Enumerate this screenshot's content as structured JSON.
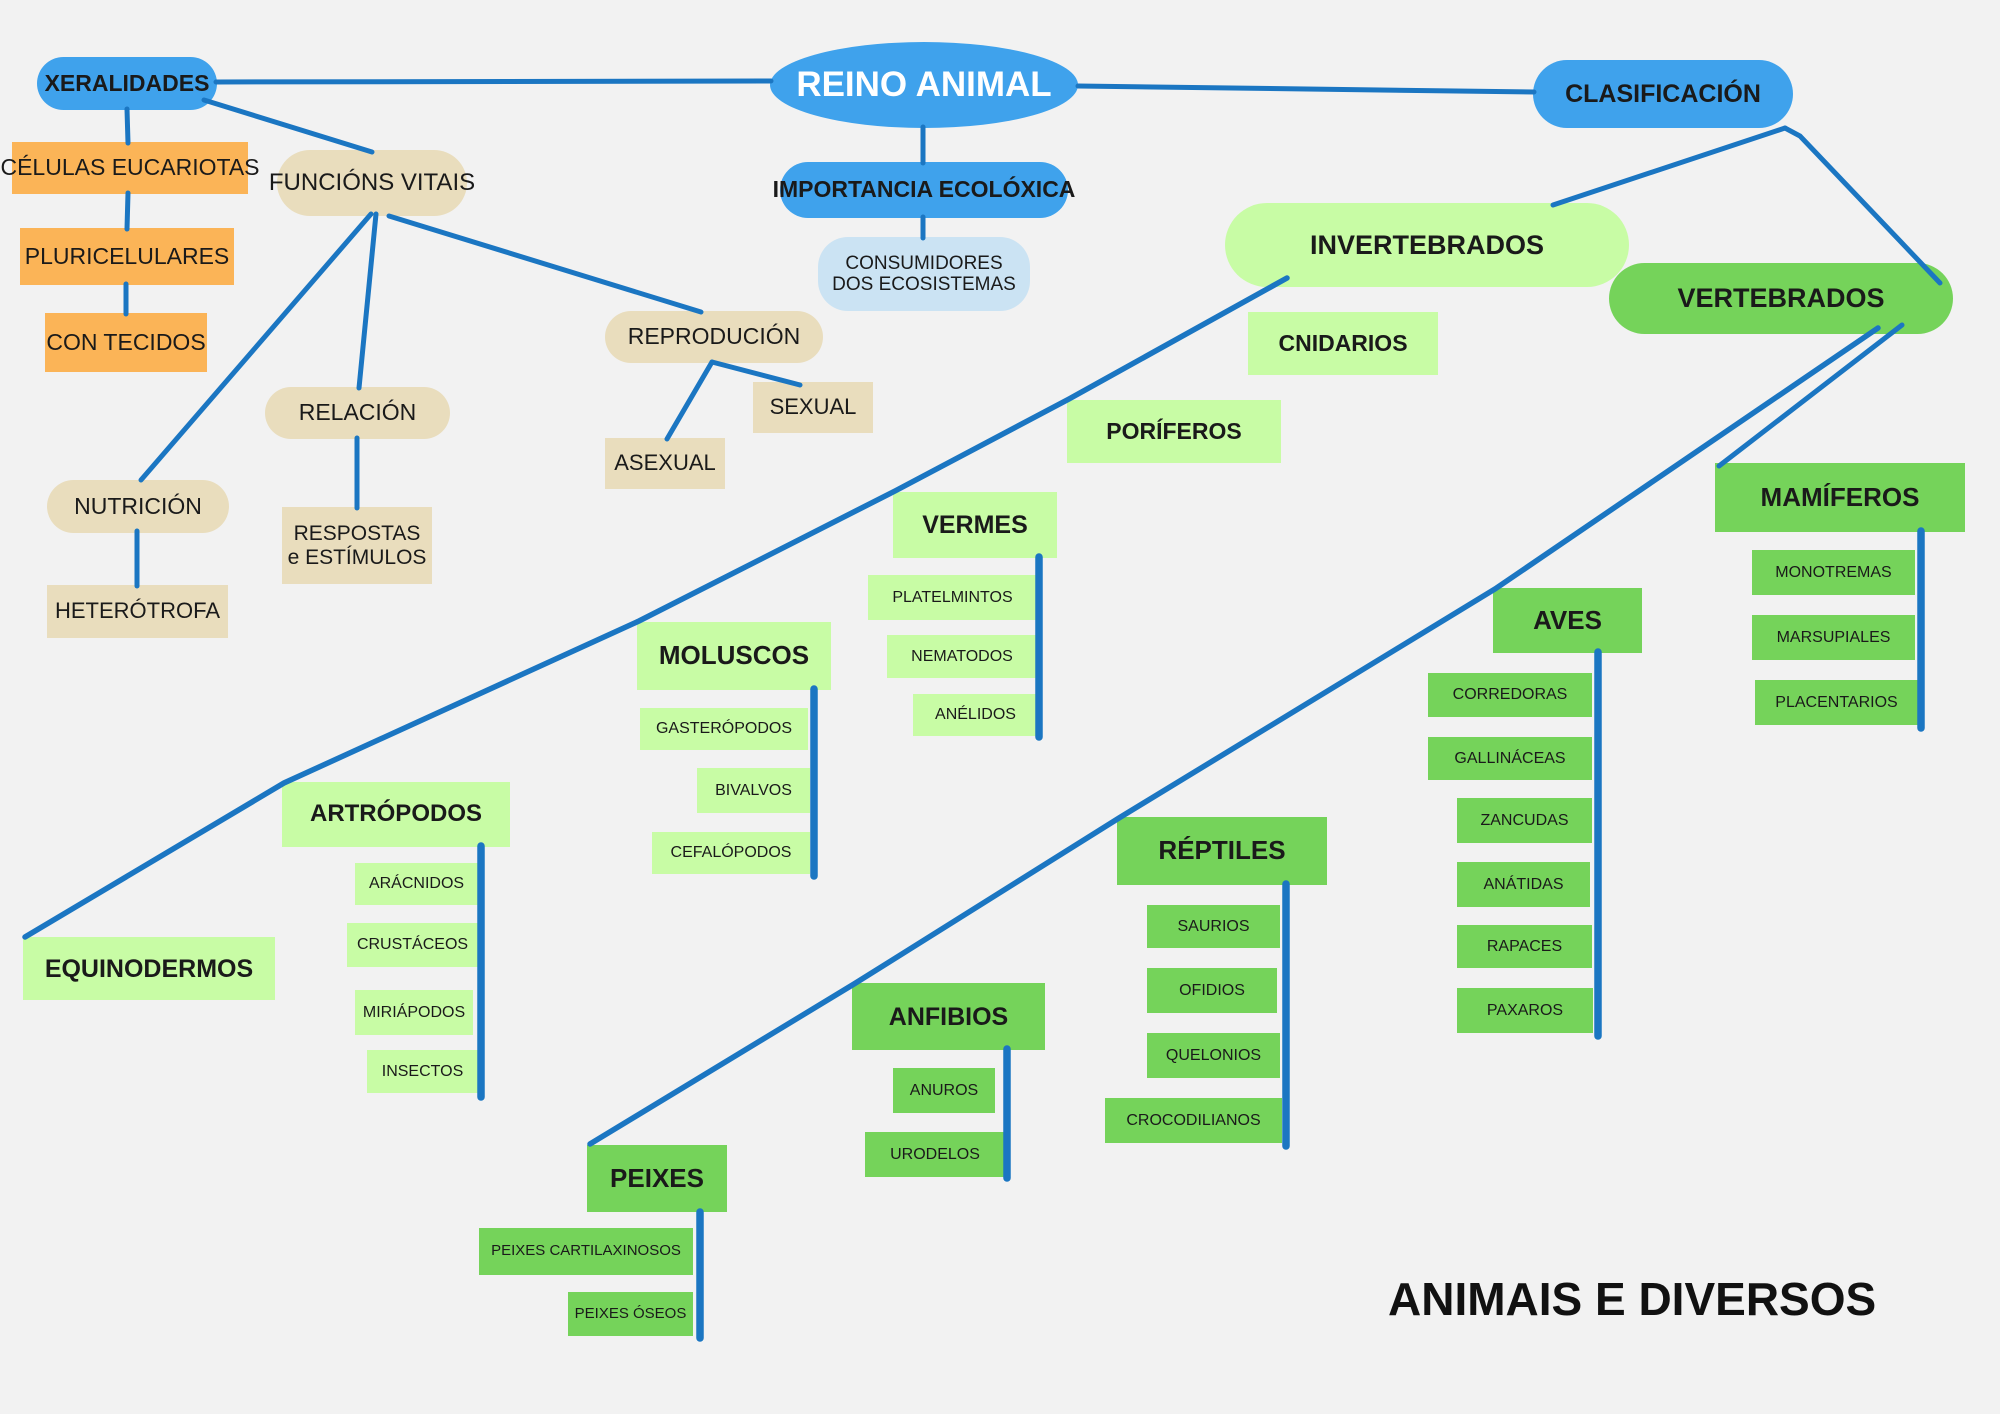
{
  "title": {
    "label": "ANIMAIS E DIVERSOS"
  },
  "colors": {
    "bg": "#f2f2f2",
    "blue": "#3fa2ec",
    "light_blue": "#cbe3f3",
    "orange": "#fbb457",
    "beige": "#e9ddbd",
    "light_green": "#c8fca5",
    "mid_green": "#75d35a",
    "edge": "#1b76c2",
    "text": "#1a1a1a"
  },
  "nodes": {
    "reino_animal": "REINO ANIMAL",
    "xeralidades": "XERALIDADES",
    "celulas_eucariotas": "CÉLULAS EUCARIOTAS",
    "pluricelulares": "PLURICELULARES",
    "con_tecidos": "CON TECIDOS",
    "funcions_vitais": "FUNCIÓNS VITAIS",
    "reproducion": "REPRODUCIÓN",
    "sexual": "SEXUAL",
    "asexual": "ASEXUAL",
    "relacion": "RELACIÓN",
    "respostas_estimulos": "RESPOSTAS e ESTÍMULOS",
    "nutricion": "NUTRICIÓN",
    "heterotrofa": "HETERÓTROFA",
    "importancia_ecoloxica": "IMPORTANCIA ECOLÓXICA",
    "consumidores": "CONSUMIDORES DOS ECOSISTEMAS",
    "clasificacion": "CLASIFICACIÓN",
    "invertebrados": "INVERTEBRADOS",
    "vertebrados": "VERTEBRADOS",
    "cnidarios": "CNIDARIOS",
    "poriferos": "PORÍFEROS",
    "vermes": "VERMES",
    "platelmintos": "PLATELMINTOS",
    "nematodos": "NEMATODOS",
    "anelidos": "ANÉLIDOS",
    "moluscos": "MOLUSCOS",
    "gasteropodos": "GASTERÓPODOS",
    "bivalvos": "BIVALVOS",
    "cefalopodos": "CEFALÓPODOS",
    "artropodos": "ARTRÓPODOS",
    "aracnidos": "ARÁCNIDOS",
    "crustaceos": "CRUSTÁCEOS",
    "miriapodos": "MIRIÁPODOS",
    "insectos": "INSECTOS",
    "equinodermos": "EQUINODERMOS",
    "mamiferos": "MAMÍFEROS",
    "monotremas": "MONOTREMAS",
    "marsupiales": "MARSUPIALES",
    "placentarios": "PLACENTARIOS",
    "aves": "AVES",
    "corredoras": "CORREDORAS",
    "gallinaceas": "GALLINÁCEAS",
    "zancudas": "ZANCUDAS",
    "anatidas": "ANÁTIDAS",
    "rapaces": "RAPACES",
    "paxaros": "PAXAROS",
    "reptiles": "RÉPTILES",
    "saurios": "SAURIOS",
    "ofidios": "OFIDIOS",
    "quelonios": "QUELONIOS",
    "crocodilianos": "CROCODILIANOS",
    "anfibios": "ANFIBIOS",
    "anuros": "ANUROS",
    "urodelos": "URODELOS",
    "peixes": "PEIXES",
    "peixes_cartilaxinosos": "PEIXES CARTILAXINOSOS",
    "peixes_oseos": "PEIXES ÓSEOS"
  }
}
